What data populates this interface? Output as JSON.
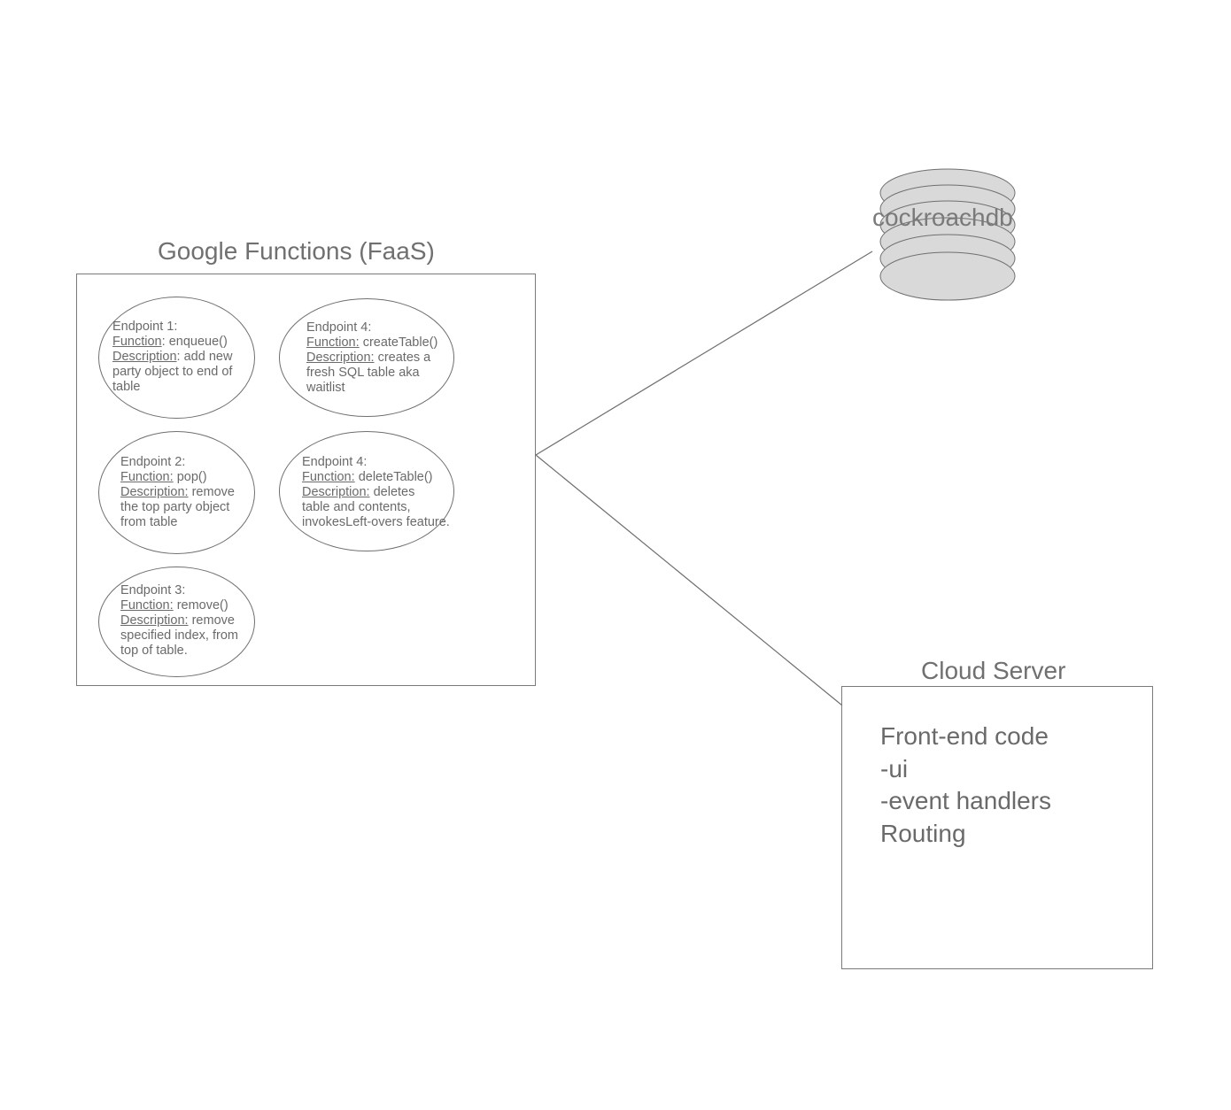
{
  "faas": {
    "title": "Google Functions (FaaS)",
    "endpoints": [
      {
        "heading": "Endpoint 1:",
        "function_label": "Function",
        "function_sep": ": ",
        "function_value": "enqueue()",
        "description_label": "Description",
        "description_sep": ": ",
        "description_lines": [
          "add new",
          "party object to end of",
          "table"
        ]
      },
      {
        "heading": "Endpoint 4:",
        "function_label": "Function:",
        "function_sep": " ",
        "function_value": "createTable()",
        "description_label": "Description:",
        "description_sep": " ",
        "description_lines": [
          "creates a",
          "fresh SQL table aka",
          "waitlist"
        ]
      },
      {
        "heading": "Endpoint 2:",
        "function_label": "Function:",
        "function_sep": " ",
        "function_value": "pop()",
        "description_label": "Description:",
        "description_sep": " ",
        "description_lines": [
          "remove",
          "the top party object",
          "from table"
        ]
      },
      {
        "heading": "Endpoint 4:",
        "function_label": "Function:",
        "function_sep": " ",
        "function_value": "deleteTable()",
        "description_label": "Description:",
        "description_sep": " ",
        "description_lines": [
          "deletes",
          "table and contents,",
          "invokesLeft-overs feature."
        ]
      },
      {
        "heading": "Endpoint 3:",
        "function_label": "Function:",
        "function_sep": " ",
        "function_value": "remove()",
        "description_label": "Description:",
        "description_sep": " ",
        "description_lines": [
          "remove",
          "specified index, from",
          "top of table."
        ]
      }
    ]
  },
  "database": {
    "label": "cockroachdb"
  },
  "cloud_server": {
    "title": "Cloud Server",
    "lines": [
      "Front-end code",
      "-ui",
      "-event handlers",
      "Routing"
    ]
  },
  "colors": {
    "stroke": "#6f6f6f",
    "db_fill": "#d9d9d9",
    "text": "#6a6a6a"
  }
}
